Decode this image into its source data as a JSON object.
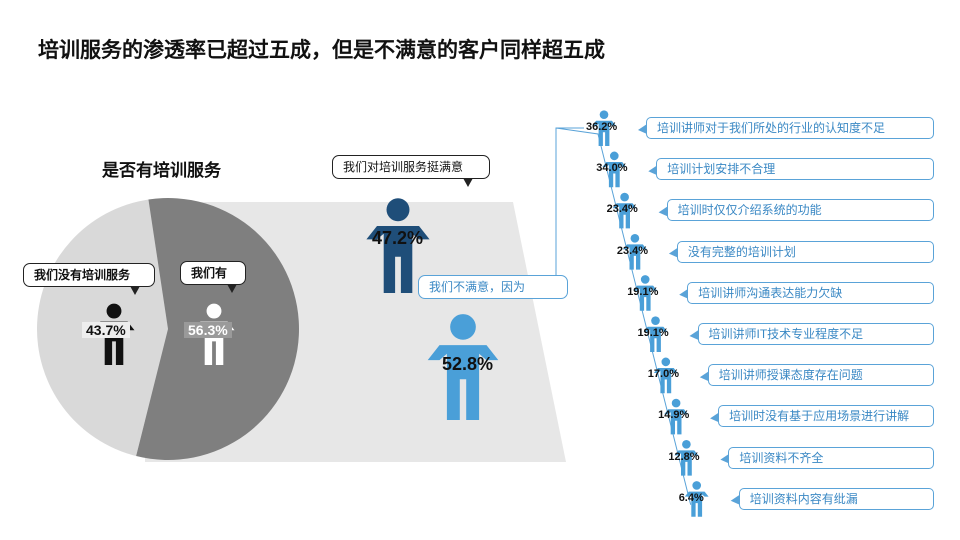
{
  "title": "培训服务的渗透率已超过五成，但是不满意的客户同样超五成",
  "pie_title": "是否有培训服务",
  "colors": {
    "pie_yes": "#7f7f7f",
    "pie_no": "#d9d9d9",
    "satisfied": "#1f4e79",
    "unsatisfied": "#4a9fd8",
    "trapezoid": "#e7e7e7"
  },
  "icons": [
    "person-icon"
  ],
  "callouts": {
    "no_service": "我们没有培训服务",
    "have_service": "我们有",
    "satisfied": "我们对培训服务挺满意",
    "unsatisfied": "我们不满意，因为"
  },
  "chart_data": [
    {
      "type": "pie",
      "categories": [
        "我们没有培训服务",
        "我们有"
      ],
      "values": [
        43.7,
        56.3
      ],
      "labels": [
        "43.7%",
        "56.3%"
      ]
    },
    {
      "type": "bar",
      "categories": [
        "我们对培训服务挺满意",
        "我们不满意，因为"
      ],
      "values": [
        47.2,
        52.8
      ],
      "labels": [
        "47.2%",
        "52.8%"
      ]
    },
    {
      "type": "bar",
      "categories": [
        "培训讲师对于我们所处的行业的认知度不足",
        "培训计划安排不合理",
        "培训时仅仅介绍系统的功能",
        "没有完整的培训计划",
        "培训讲师沟通表达能力欠缺",
        "培训讲师IT技术专业程度不足",
        "培训讲师授课态度存在问题",
        "培训时没有基于应用场景进行讲解",
        "培训资料不齐全",
        "培训资料内容有纰漏"
      ],
      "values": [
        36.2,
        34.0,
        23.4,
        23.4,
        19.1,
        19.1,
        17.0,
        14.9,
        12.8,
        6.4
      ],
      "labels": [
        "36.2%",
        "34.0%",
        "23.4%",
        "23.4%",
        "19.1%",
        "19.1%",
        "17.0%",
        "14.9%",
        "12.8%",
        "6.4%"
      ]
    }
  ]
}
